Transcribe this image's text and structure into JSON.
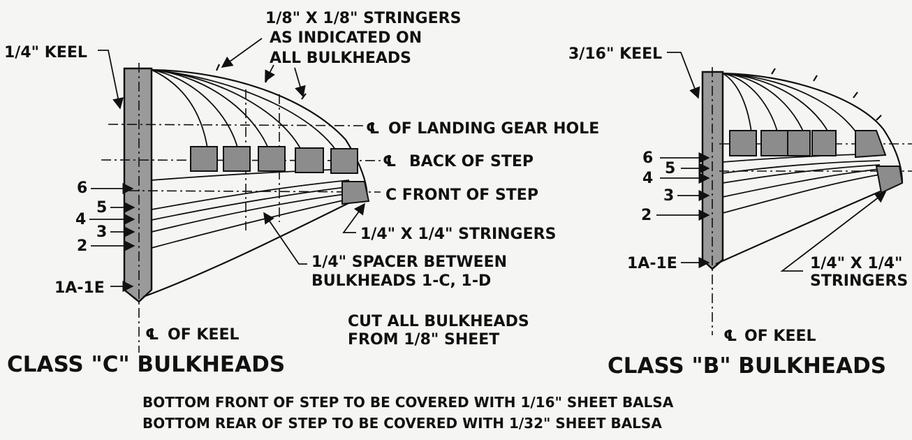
{
  "left_diagram": {
    "keel_label": "1/4\" KEEL",
    "stringers_note": [
      "1/8\" X 1/8\" STRINGERS",
      "AS INDICATED ON",
      "ALL BULKHEADS"
    ],
    "landing_gear_label": "OF LANDING GEAR HOLE",
    "back_step_label": "BACK OF STEP",
    "front_step_label": "C  FRONT OF STEP",
    "big_stringers_label": "1/4\" X 1/4\" STRINGERS",
    "spacer_label": [
      "1/4\" SPACER BETWEEN",
      "BULKHEADS 1-C, 1-D"
    ],
    "cut_note": [
      "CUT ALL BULKHEADS",
      "FROM 1/8\" SHEET"
    ],
    "keel_center_label": "OF KEEL",
    "station_labels": [
      "6",
      "5",
      "4",
      "3",
      "2",
      "1A-1E"
    ],
    "title": "CLASS \"C\" BULKHEADS"
  },
  "right_diagram": {
    "keel_label": "3/16\" KEEL",
    "station_labels": [
      "6",
      "5",
      "4",
      "3",
      "2",
      "1A-1E"
    ],
    "stringers_label": [
      "1/4\" X 1/4\"",
      "STRINGERS"
    ],
    "keel_center_label": "OF KEEL",
    "title": "CLASS \"B\" BULKHEADS"
  },
  "centerline_symbol": "℄",
  "footer_notes": [
    "BOTTOM FRONT OF STEP TO BE COVERED WITH 1/16\" SHEET BALSA",
    "BOTTOM REAR OF STEP TO BE COVERED WITH 1/32\" SHEET BALSA"
  ]
}
